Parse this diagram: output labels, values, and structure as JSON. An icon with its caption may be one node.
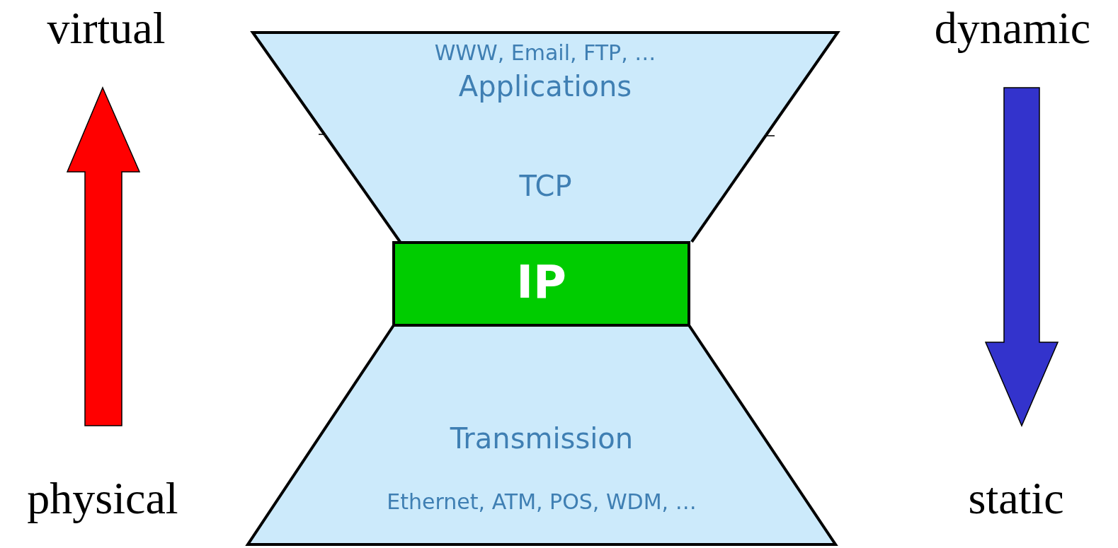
{
  "diagram": {
    "nodes": [
      {
        "text": [
          "WWW, Email, FTP, …",
          "Applications"
        ]
      },
      {
        "text": [
          "TCP"
        ]
      },
      {
        "text": [
          "IP"
        ]
      },
      {
        "text": [
          "Transmission",
          "Ethernet, ATM, POS, WDM, …"
        ]
      }
    ],
    "labels": [
      "virtual",
      "dynamic",
      "physical",
      "static"
    ]
  }
}
